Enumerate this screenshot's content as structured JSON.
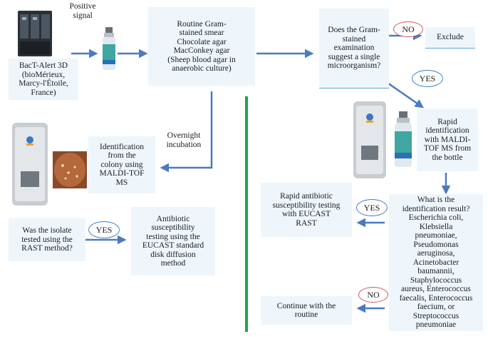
{
  "colors": {
    "box_fill": "#eef6fc",
    "arrow": "#4a7ac0",
    "divider": "#1da548",
    "yes_border": "#3f7fc8",
    "no_border": "#d2525f"
  },
  "icons": {
    "blood_culture_instrument": "bact-alert-instrument-icon",
    "culture_bottle": "blood-culture-bottle-icon",
    "maldi_tof_instrument": "maldi-tof-instrument-icon",
    "agar_plate": "agar-plate-icon"
  },
  "labels": {
    "positive_signal": "Positive\nsignal",
    "overnight_incubation": "Overnight\nincubation"
  },
  "boxes": {
    "bact_alert": "BacT-Alert 3D\n(bioMérieux,\nMarcy-l'Étoile,\nFrance)",
    "routine": "Routine Gram-\nstained smear\nChocolate agar\nMacConkey agar\n(Sheep blood agar in\nanaerobic culture)",
    "gram_question": "Does the Gram-\nstained\nexamination\nsuggest a single\nmicroorganism?",
    "exclude": "Exclude",
    "identification_colony": "Identification\nfrom the\ncolony using\nMALDI-TOF\nMS",
    "rapid_identification": "Rapid\nidentification\nwith MALDI-\nTOF MS from\nthe bottle",
    "rast_question": "Was the isolate\ntested using the\nRAST method?",
    "standard_ast": "Antibiotic\nsusceptibility\ntesting using the\nEUCAST standard\ndisk diffusion\nmethod",
    "rapid_ast": "Rapid antibiotic\nsusceptibility testing\nwith EUCAST\nRAST",
    "id_result_question": "What is the\nidentification result?\nEscherichia coli,\nKlebsiella\npneumoniae,\nPseudomonas\naeruginosa,\nAcinetobacter\nbaumannii,\nStaphylococcus\naureus, Enterococcus\nfaecalis, Enterococcus\nfaecium, or\nStreptococcus\npneumoniae",
    "continue_routine": "Continue with the\nroutine"
  },
  "decisions": {
    "gram_no": "NO",
    "gram_yes": "YES",
    "rast_yes": "YES",
    "result_yes": "YES",
    "result_no": "NO"
  }
}
